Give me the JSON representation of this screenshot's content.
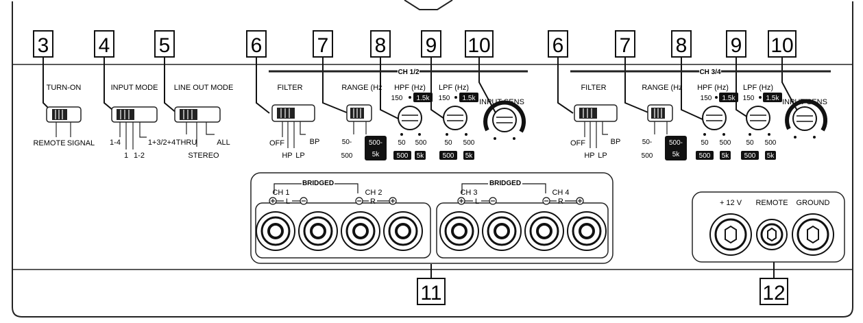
{
  "callouts": {
    "c3": "3",
    "c4": "4",
    "c5": "5",
    "c6a": "6",
    "c7a": "7",
    "c8a": "8",
    "c9a": "9",
    "c10a": "10",
    "c6b": "6",
    "c7b": "7",
    "c8b": "8",
    "c9b": "9",
    "c10b": "10",
    "c11": "11",
    "c12": "12"
  },
  "turn_on": {
    "title": "TURN-ON",
    "opt_left": "REMOTE",
    "opt_right": "SIGNAL"
  },
  "input_mode": {
    "title": "INPUT MODE",
    "opt_a": "1-4",
    "opt_b": "1",
    "opt_c": "1-2",
    "opt_d": "1+3/2+4"
  },
  "line_out_mode": {
    "title": "LINE OUT MODE",
    "opt_a": "THRU",
    "opt_b": "STEREO",
    "opt_c": "ALL"
  },
  "ch12": {
    "header": "CH 1/2",
    "filter": {
      "title": "FILTER",
      "off": "OFF",
      "hp": "HP",
      "lp": "LP",
      "bp": "BP"
    },
    "range": {
      "title": "RANGE (Hz",
      "lo_top": "50-",
      "lo_bot": "500",
      "hi_top": "500-",
      "hi_bot": "5k"
    },
    "hpf": {
      "title": "HPF (Hz)",
      "mid": "150",
      "mid_hi": "1.5k",
      "lo": "50",
      "hi": "500",
      "lo_hi": "500",
      "hi_hi": "5k"
    },
    "lpf": {
      "title": "LPF (Hz)",
      "mid": "150",
      "mid_hi": "1.5k",
      "lo": "50",
      "hi": "500",
      "lo_hi": "500",
      "hi_hi": "5k"
    },
    "sens": {
      "title": "INPUT SENS"
    }
  },
  "ch34": {
    "header": "CH 3/4",
    "filter": {
      "title": "FILTER",
      "off": "OFF",
      "hp": "HP",
      "lp": "LP",
      "bp": "BP"
    },
    "range": {
      "title": "RANGE (Hz",
      "lo_top": "50-",
      "lo_bot": "500",
      "hi_top": "500-",
      "hi_bot": "5k"
    },
    "hpf": {
      "title": "HPF (Hz)",
      "mid": "150",
      "mid_hi": "1.5k",
      "lo": "50",
      "hi": "500",
      "lo_hi": "500",
      "hi_hi": "5k"
    },
    "lpf": {
      "title": "LPF (Hz)",
      "mid": "150",
      "mid_hi": "1.5k",
      "lo": "50",
      "hi": "500",
      "lo_hi": "500",
      "hi_hi": "5k"
    },
    "sens": {
      "title": "INPUT SENS"
    }
  },
  "speakers": {
    "bridged_a": "BRIDGED",
    "ch1": "CH 1",
    "ch2": "CH 2",
    "l_a": "L",
    "r_a": "R",
    "bridged_b": "BRIDGED",
    "ch3": "CH 3",
    "ch4": "CH 4",
    "l_b": "L",
    "r_b": "R"
  },
  "power": {
    "plus12": "+ 12 V",
    "remote": "REMOTE",
    "ground": "GROUND"
  }
}
